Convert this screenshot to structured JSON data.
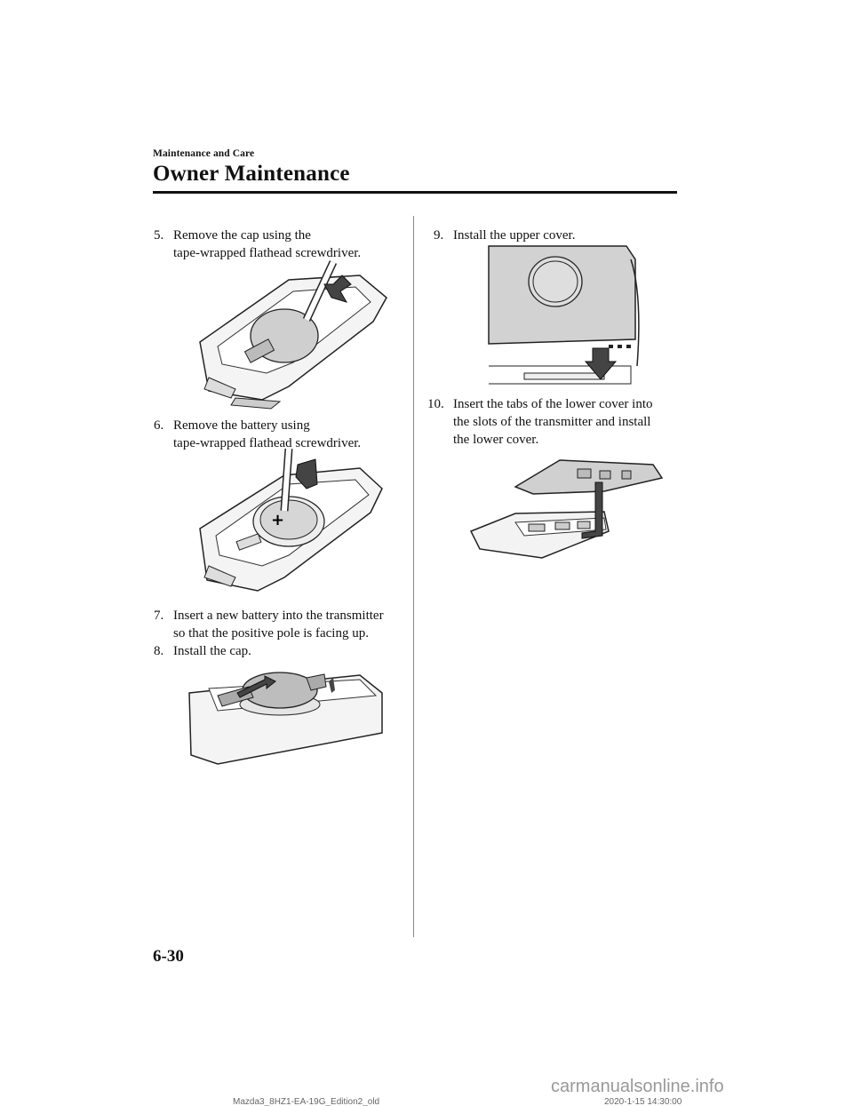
{
  "header": {
    "section": "Maintenance and Care",
    "title": "Owner Maintenance"
  },
  "steps": [
    {
      "num": "5.",
      "lines": [
        "Remove the cap using the",
        "tape-wrapped flathead screwdriver."
      ]
    },
    {
      "num": "6.",
      "lines": [
        "Remove the battery using",
        "tape-wrapped flathead screwdriver."
      ]
    },
    {
      "num": "7.",
      "lines": [
        "Insert a new battery into the transmitter",
        "so that the positive pole is facing up."
      ]
    },
    {
      "num": "8.",
      "lines": [
        "Install the cap."
      ]
    },
    {
      "num": "9.",
      "lines": [
        "Install the upper cover."
      ]
    },
    {
      "num": "10.",
      "lines": [
        "Insert the tabs of the lower cover into",
        "the slots of the transmitter and install",
        "the lower cover."
      ]
    }
  ],
  "figures": {
    "battery_symbol": "+"
  },
  "page_number": "6-30",
  "footer": {
    "left": "Mazda3_8HZ1-EA-19G_Edition2_old",
    "right": "2020-1-15 14:30:00",
    "watermark": "carmanualsonline.info"
  }
}
